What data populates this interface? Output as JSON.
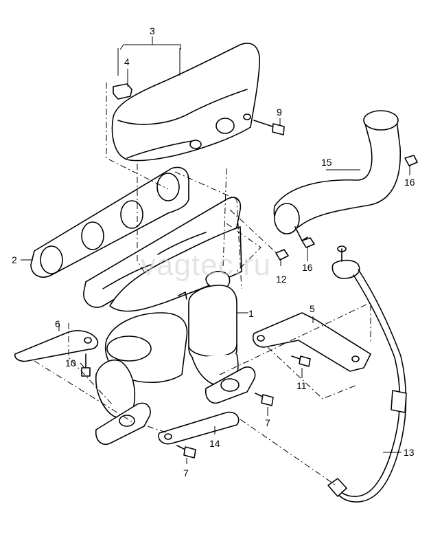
{
  "watermark": "vagtec.ru",
  "callouts": {
    "c1": "1",
    "c2": "2",
    "c3": "3",
    "c4": "4",
    "c5": "5",
    "c6": "6",
    "c7a": "7",
    "c7b": "7",
    "c9": "9",
    "c10": "10",
    "c11": "11",
    "c12": "12",
    "c13": "13",
    "c14": "14",
    "c15": "15",
    "c16a": "16",
    "c16b": "16"
  }
}
